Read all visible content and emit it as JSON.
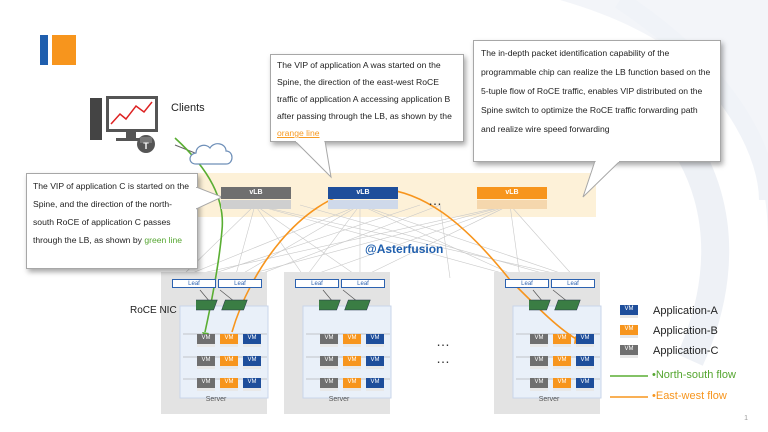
{
  "clients_label": "Clients",
  "roce_nic_label": "RoCE NIC",
  "brand": "@Asterfusion",
  "callout_top": {
    "text_before": "The VIP of application A was started on the Spine, the direction of the east-west RoCE traffic of application A accessing application B after passing through the LB, as shown by the ",
    "link_text": "orange line"
  },
  "callout_right": {
    "text": "The in-depth packet identification capability of the programmable chip can realize the LB function based on the 5-tuple flow of RoCE traffic,  enables VIP distributed on the Spine switch to optimize the RoCE traffic forwarding path and realize wire speed forwarding"
  },
  "callout_left": {
    "text_before": "The VIP of application C is started on the Spine, and the direction of the north-south RoCE  of application C passes through the LB, as shown by ",
    "link_text": "green line"
  },
  "vlb_label": "vLB",
  "leaf_label": "Leaf",
  "vm_label": "VM",
  "server_label": "Server",
  "ellipsis": "…",
  "legend": {
    "app_a": "Application-A",
    "app_b": "Application-B",
    "app_c": "Application-C",
    "north_south": "•North-south flow",
    "east_west": "•East-west flow"
  },
  "page_number": "1",
  "colors": {
    "app_a": "#1e4e9b",
    "app_b": "#f7951d",
    "app_c": "#6f6f6f",
    "north_south": "#55a630",
    "east_west": "#f7951d"
  }
}
